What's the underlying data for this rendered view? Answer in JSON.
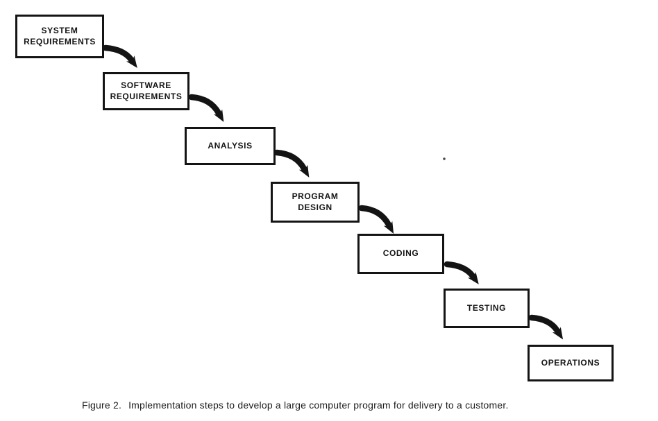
{
  "diagram": {
    "title_implied": "Waterfall implementation steps",
    "boxes": [
      {
        "label": "SYSTEM\nREQUIREMENTS"
      },
      {
        "label": "SOFTWARE\nREQUIREMENTS"
      },
      {
        "label": "ANALYSIS"
      },
      {
        "label": "PROGRAM\nDESIGN"
      },
      {
        "label": "CODING"
      },
      {
        "label": "TESTING"
      },
      {
        "label": "OPERATIONS"
      }
    ],
    "sequence": [
      "SYSTEM REQUIREMENTS",
      "SOFTWARE REQUIREMENTS",
      "ANALYSIS",
      "PROGRAM DESIGN",
      "CODING",
      "TESTING",
      "OPERATIONS"
    ],
    "connections": [
      {
        "from": "SYSTEM REQUIREMENTS",
        "to": "SOFTWARE REQUIREMENTS"
      },
      {
        "from": "SOFTWARE REQUIREMENTS",
        "to": "ANALYSIS"
      },
      {
        "from": "ANALYSIS",
        "to": "PROGRAM DESIGN"
      },
      {
        "from": "PROGRAM DESIGN",
        "to": "CODING"
      },
      {
        "from": "CODING",
        "to": "TESTING"
      },
      {
        "from": "TESTING",
        "to": "OPERATIONS"
      }
    ]
  },
  "caption": {
    "label": "Figure 2.",
    "text": "Implementation steps to develop a large computer program for delivery to a customer."
  },
  "colors": {
    "ink": "#141414",
    "background": "#ffffff"
  }
}
